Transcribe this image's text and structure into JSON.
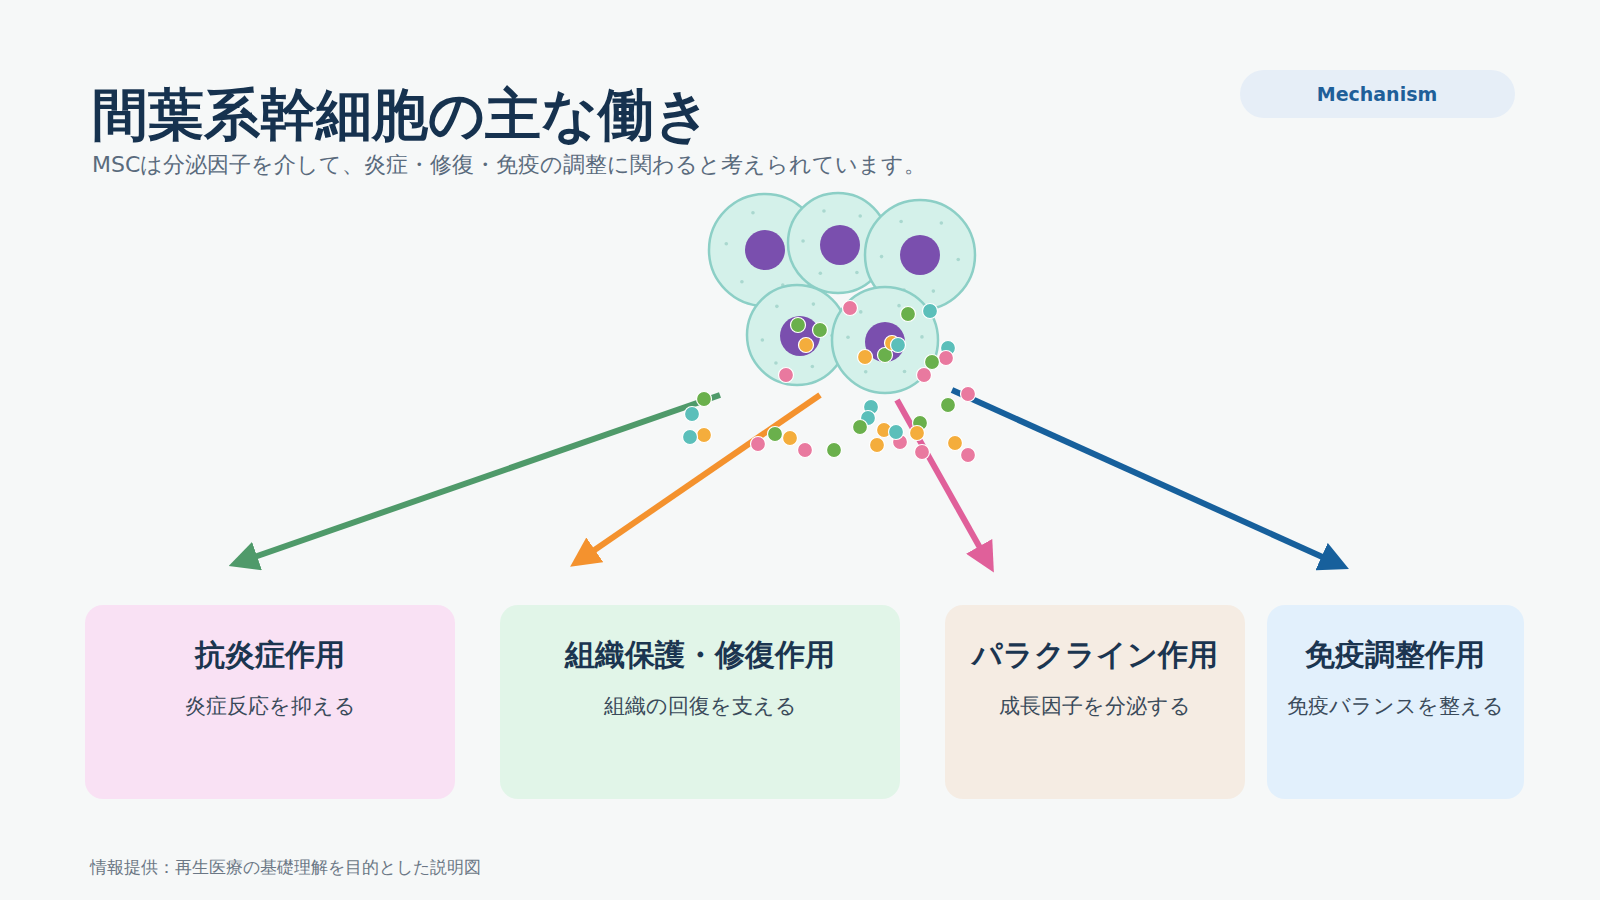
{
  "diagram": {
    "title": "間葉系幹細胞の主な働き",
    "nodes": [
      {
        "text": [
          "抗炎症作用",
          "炎症反応を抑える"
        ]
      },
      {
        "text": [
          "組織保護・修復作用",
          "組織の回復を支える"
        ]
      },
      {
        "text": [
          "パラクライン作用",
          "成長因子を分泌する"
        ]
      },
      {
        "text": [
          "免疫調整作用",
          "免疫バランスを整える"
        ]
      }
    ],
    "labels": [
      "MSCは分泌因子を介して、炎症・修復・免疫の調整に関わると考えられています。",
      "Mechanism",
      "情報提供：再生医療の基礎理解を目的とした説明図"
    ]
  }
}
